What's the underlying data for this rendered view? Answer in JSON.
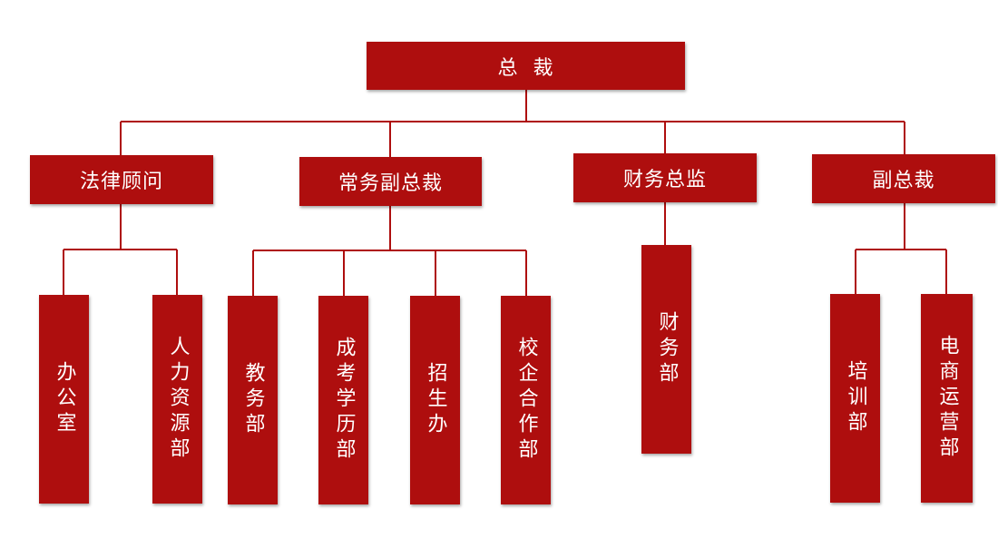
{
  "colors": {
    "box": "#ae0e0e",
    "line": "#ae0e0e",
    "text": "#ffffff"
  },
  "ceo": "总  裁",
  "level2": {
    "legal": "法律顾问",
    "exec_vp": "常务副总裁",
    "cfo": "财务总监",
    "vp": "副总裁"
  },
  "departments": {
    "office": "办公室",
    "hr": "人力资源部",
    "academic": "教务部",
    "adult_exam": "成考学历部",
    "admissions": "招生办",
    "school_enterprise": "校企合作部",
    "finance": "财务部",
    "training": "培训部",
    "ecommerce": "电商运营部"
  }
}
